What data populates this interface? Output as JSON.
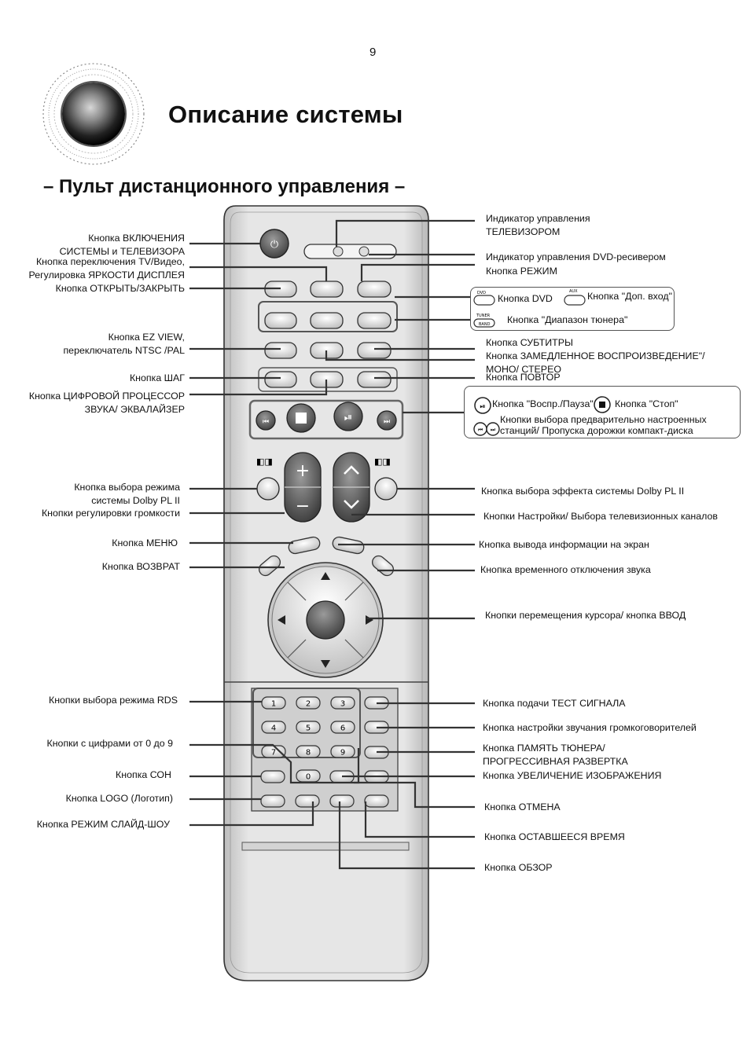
{
  "page_number": "9",
  "title": "Описание системы",
  "subtitle": "– Пульт дистанционного управления –",
  "left_labels": [
    [
      "Кнопка ВКЛЮЧЕНИЯ",
      "СИСТЕМЫ и ТЕЛЕВИЗОРА"
    ],
    [
      "Кнопка переключения TV/Видео,",
      "Регулировка ЯРКОСТИ ДИСПЛЕЯ"
    ],
    [
      "Кнопка ОТКРЫТЬ/ЗАКРЫТЬ"
    ],
    [
      "Кнопка EZ VIEW,",
      "переключатель NTSC  /PAL"
    ],
    [
      "Кнопка ШАГ"
    ],
    [
      "Кнопка ЦИФРОВОЙ ПРОЦЕССОР",
      "ЗВУКА/ ЭКВАЛАЙЗЕР"
    ],
    [
      "Кнопка выбора режима",
      "системы Dolby PL II"
    ],
    [
      "Кнопки регулировки громкости"
    ],
    [
      "Кнопка МЕНЮ"
    ],
    [
      "Кнопка ВОЗВРАТ"
    ],
    [
      "Кнопки выбора режима RDS"
    ],
    [
      "Кнопки с цифрами от 0 до 9"
    ],
    [
      "Кнопка СОН"
    ],
    [
      "Кнопка LOGO (Логотип)"
    ],
    [
      "Кнопка РЕЖИМ СЛАЙД-ШОУ"
    ]
  ],
  "right_labels": [
    [
      "Индикатор управления",
      "ТЕЛЕВИЗОРОМ"
    ],
    [
      "Индикатор управления DVD-ресивером"
    ],
    [
      "Кнопка РЕЖИМ"
    ],
    [
      "Кнопка СУБТИТРЫ",
      "Кнопка ЗАМЕДЛЕННОЕ ВОСПРОИЗВЕДЕНИЕ\"/",
      "МОНО/ СТЕРЕО"
    ],
    [
      "Кнопка ПОВТОР"
    ],
    [
      "Кнопка выбора эффекта системы Dolby PL II"
    ],
    [
      "Кнопки Настройки/ Выбора телевизионных каналов"
    ],
    [
      "Кнопка вывода информации на экран"
    ],
    [
      "Кнопка временного отключения звука"
    ],
    [
      "Кнопки перемещения курсора/ кнопка ВВОД"
    ],
    [
      "Кнопка подачи ТЕСТ СИГНАЛА"
    ],
    [
      "Кнопка настройки звучания громкоговорителей"
    ],
    [
      "Кнопка ПАМЯТЬ ТЮНЕРА/",
      "ПРОГРЕССИВНАЯ РАЗВЕРТКА"
    ],
    [
      "Кнопка УВЕЛИЧЕНИЕ ИЗОБРАЖЕНИЯ"
    ],
    [
      "Кнопка ОТМЕНА"
    ],
    [
      "Кнопка ОСТАВШЕЕСЯ ВРЕМЯ"
    ],
    [
      "Кнопка ОБЗОР"
    ]
  ],
  "mode_box": {
    "dvd": "Кнопка DVD",
    "aux": "Кнопка \"Доп. вход\"",
    "band": "Кнопка \"Диапазон тюнера\"",
    "icon_dvd": "DVD",
    "icon_aux": "AUX",
    "icon_tuner": "TUNER",
    "icon_band": "BAND"
  },
  "play_box": {
    "play": "Кнопка \"Воспр./Пауза\"",
    "stop": "Кнопка \"Стоп\"",
    "skip1": "Кнопки выбора предварительно настроенных",
    "skip2": "станций/ Пропуска дорожки компакт-диска"
  },
  "numpad": [
    "1",
    "2",
    "3",
    "4",
    "5",
    "6",
    "7",
    "8",
    "9",
    "0"
  ],
  "colors": {
    "ink": "#111111",
    "remote_body": "#dedede",
    "button": "#e8e8e8",
    "line": "#333333"
  }
}
